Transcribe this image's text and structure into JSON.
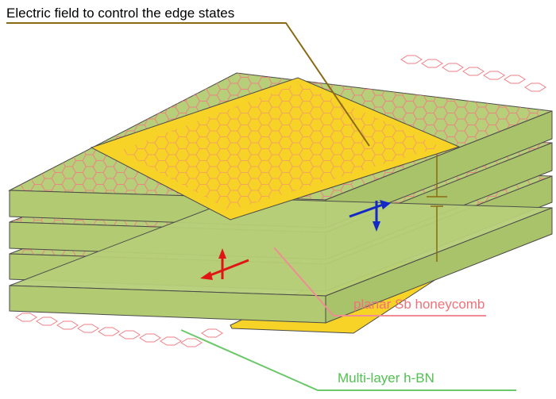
{
  "labels": {
    "electric_field": "Electric field to control the edge states",
    "sb_honeycomb": "planar Sb honeycomb",
    "hbn": "Multi-layer h-BN"
  },
  "colors": {
    "slab_top": "#b6cf78",
    "slab_side": "#a9c36a",
    "slab_edge": "#4a4a4a",
    "plate": "#f6d326",
    "honeycomb": "#f07f86",
    "leader_field": "#8a6a12",
    "leader_sb": "#f08c95",
    "leader_hbn": "#6ac86a",
    "text_field": "#000000",
    "text_sb": "#f0727a",
    "text_hbn": "#52c052",
    "arrow_red": "#e01616",
    "arrow_blue": "#1428c8"
  },
  "icons": {
    "battery": "battery-icon",
    "spin_up": "spin-arrow-red-icon",
    "spin_down": "spin-arrow-blue-icon"
  }
}
